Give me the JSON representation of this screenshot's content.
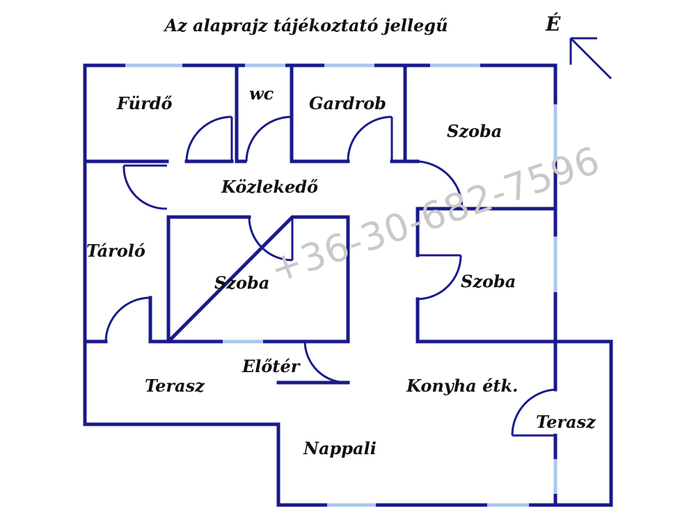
{
  "title": "Az alaprajz tájékoztató jellegű",
  "north_label": "É",
  "watermark": "+36-30-682-7596",
  "rooms": {
    "furdo": "Fürdő",
    "wc": "wc",
    "gardrob": "Gardrob",
    "szoba_ne": "Szoba",
    "kozlekedo": "Közlekedő",
    "tarolo": "Tároló",
    "szoba_center": "Szoba",
    "szoba_e": "Szoba",
    "eloter": "Előtér",
    "terasz_w": "Terasz",
    "konyha": "Konyha étk.",
    "terasz_e": "Terasz",
    "nappali": "Nappali"
  },
  "colors": {
    "wall": "#1a1a8c",
    "window": "#a8c8ec",
    "text": "#111111",
    "watermark": "#c9c9c9"
  }
}
